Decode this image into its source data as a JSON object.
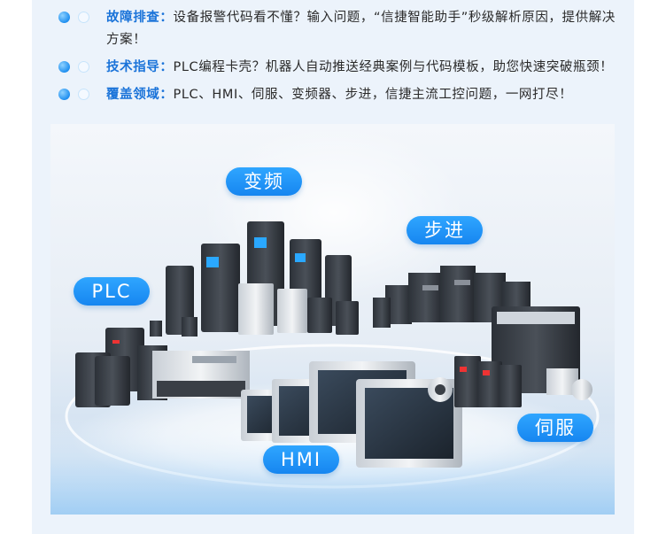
{
  "bullets": [
    {
      "key": "故障排查：",
      "text": "设备报警代码看不懂？输入问题，“信捷智能助手”秒级解析原因，提供解决方案！"
    },
    {
      "key": "技术指导：",
      "text": "PLC编程卡壳？机器人自动推送经典案例与代码模板，助您快速突破瓶颈！"
    },
    {
      "key": "覆盖领域：",
      "text": "PLC、HMI、伺服、变频器、步进，信捷主流工控问题，一网打尽！"
    }
  ],
  "tags": {
    "inverter": "变频",
    "stepper": "步进",
    "plc": "PLC",
    "hmi": "HMI",
    "servo": "伺服"
  },
  "colors": {
    "accent": "#1a73d9",
    "tag_bg": "#1686f0",
    "panel_bg": "#ecf3fb"
  },
  "icons": [
    "bullet-dot-icon",
    "bullet-ring-icon"
  ]
}
